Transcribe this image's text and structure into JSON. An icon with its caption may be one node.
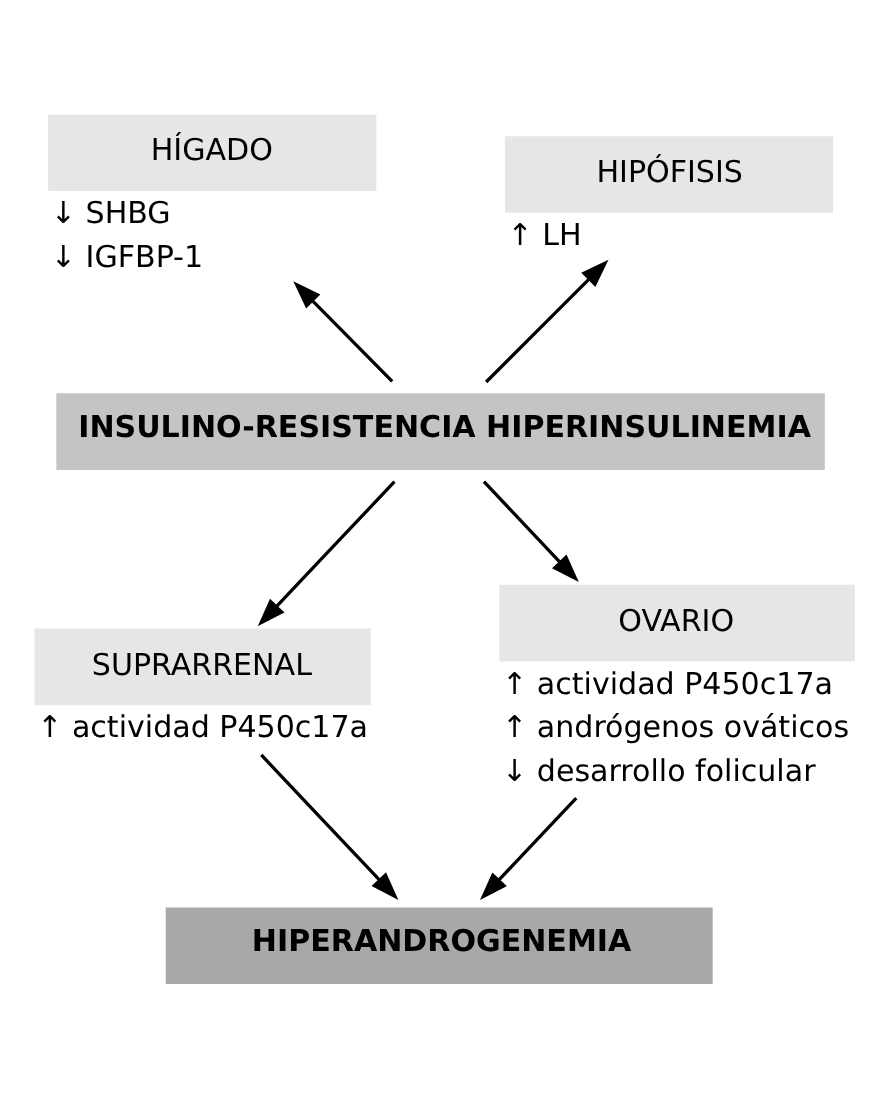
{
  "diagram": {
    "nodes": [
      {
        "text": [
          "HÍGADO"
        ],
        "beside": [
          "↓ SHBG",
          "↓ IGFBP-1"
        ]
      },
      {
        "text": [
          "HIPÓFISIS"
        ],
        "beside": [
          "↑ LH"
        ]
      },
      {
        "text": [
          "INSULINO-RESISTENCIA HIPERINSULINEMIA"
        ]
      },
      {
        "text": [
          "SUPRARRENAL"
        ],
        "beside": [
          "↑ actividad P450c17a"
        ]
      },
      {
        "text": [
          "OVARIO"
        ],
        "beside": [
          "↑ actividad P450c17a",
          "↑ andrógenos ováticos",
          "↓ desarrollo folicular"
        ]
      },
      {
        "text": [
          "HIPERANDROGENEMIA"
        ]
      }
    ],
    "edges": [
      {
        "from": 2,
        "to": 0,
        "arrow": "to"
      },
      {
        "from": 2,
        "to": 1,
        "arrow": "to"
      },
      {
        "from": 2,
        "to": 3,
        "arrow": "to"
      },
      {
        "from": 2,
        "to": 4,
        "arrow": "to"
      },
      {
        "from": 3,
        "to": 5,
        "arrow": "to"
      },
      {
        "from": 4,
        "to": 5,
        "arrow": "to"
      }
    ]
  }
}
